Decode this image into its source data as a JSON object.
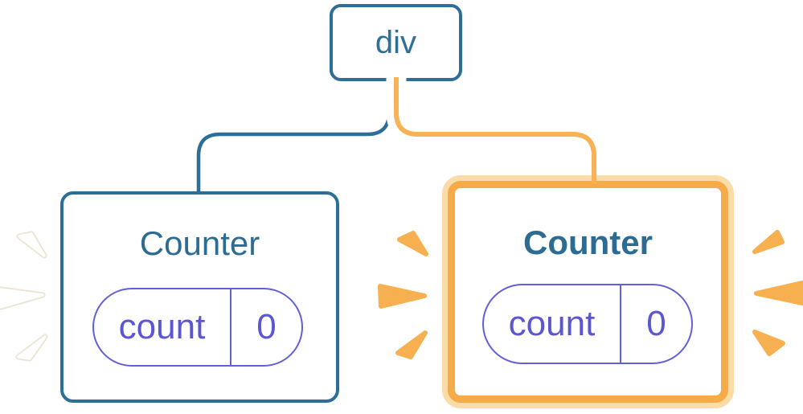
{
  "diagram": {
    "root_node": {
      "label": "div"
    },
    "counters": {
      "left": {
        "title": "Counter",
        "state_key": "count",
        "state_value": "0"
      },
      "right": {
        "title": "Counter",
        "state_key": "count",
        "state_value": "0"
      }
    }
  },
  "colors": {
    "blue": "#2C6E98",
    "blue_text": "#2F7095",
    "title_blue": "#2D6C92",
    "purple": "#6260D6",
    "purple_text": "#5C56D0",
    "orange_line": "#F8B155",
    "orange_ring": "#F5AB48",
    "peach": "#FBDBA6",
    "spark_orange": "#F6B04F",
    "spark_white": "#FFFFFF",
    "spark_white_edge": "#EBE3D4"
  },
  "icons": {
    "left_burst": "spark-burst-white",
    "middle_burst": "spark-burst-orange",
    "right_burst": "spark-burst-orange"
  }
}
